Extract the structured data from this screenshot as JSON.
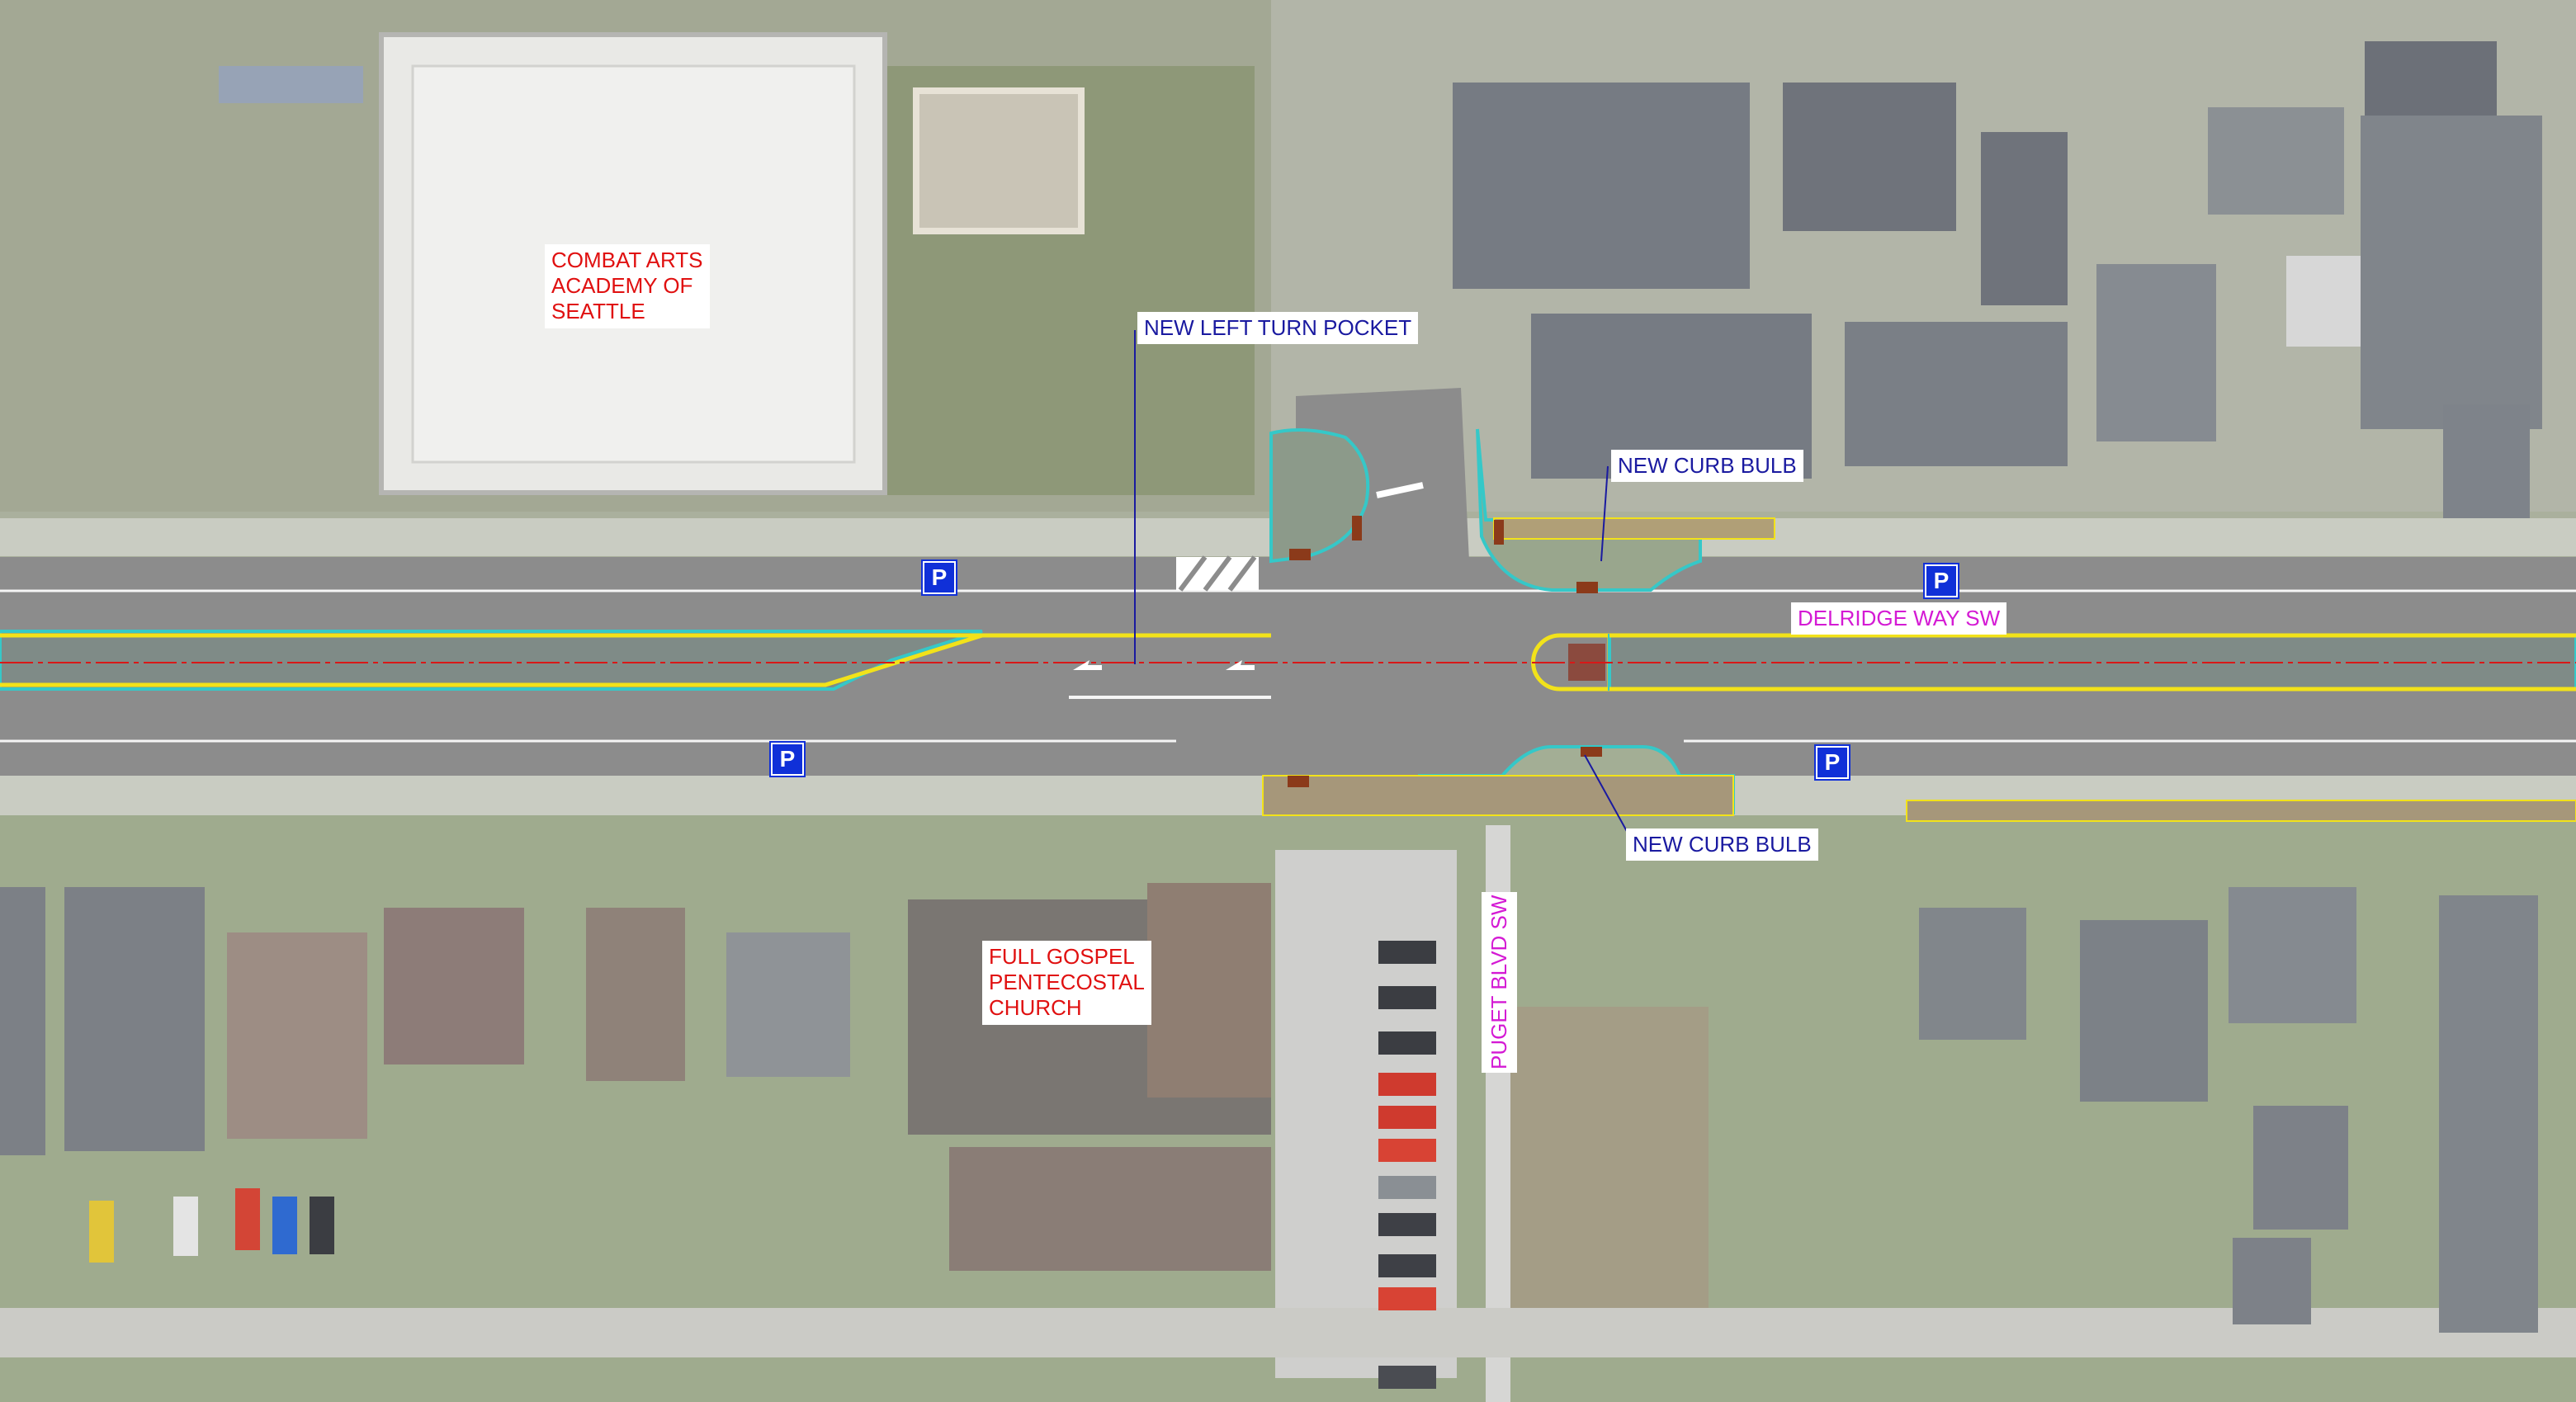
{
  "labels": {
    "combat_arts": "COMBAT ARTS\nACADEMY OF\nSEATTLE",
    "church": "FULL GOSPEL\nPENTECOSTAL\nCHURCH",
    "left_turn_pocket": "NEW LEFT TURN POCKET",
    "curb_bulb_north": "NEW CURB BULB",
    "curb_bulb_south": "NEW CURB BULB",
    "delridge": "DELRIDGE WAY SW",
    "puget": "PUGET BLVD SW"
  },
  "parking_symbol": "P",
  "colors": {
    "road": "#8c8c8c",
    "road_edge": "#f5f5f5",
    "lane_yellow": "#f2e21a",
    "centerline_red": "#d81818",
    "curb_cyan": "#35c8c8",
    "parking_blue": "#1030d8",
    "label_red": "#e01010",
    "label_blue": "#1a1aa0",
    "label_magenta": "#d41ad4",
    "roof": "#7d8289",
    "lawn": "#8fa37c"
  },
  "icons": [
    "parking-sign-icon",
    "leader-line",
    "arrow-marking"
  ]
}
